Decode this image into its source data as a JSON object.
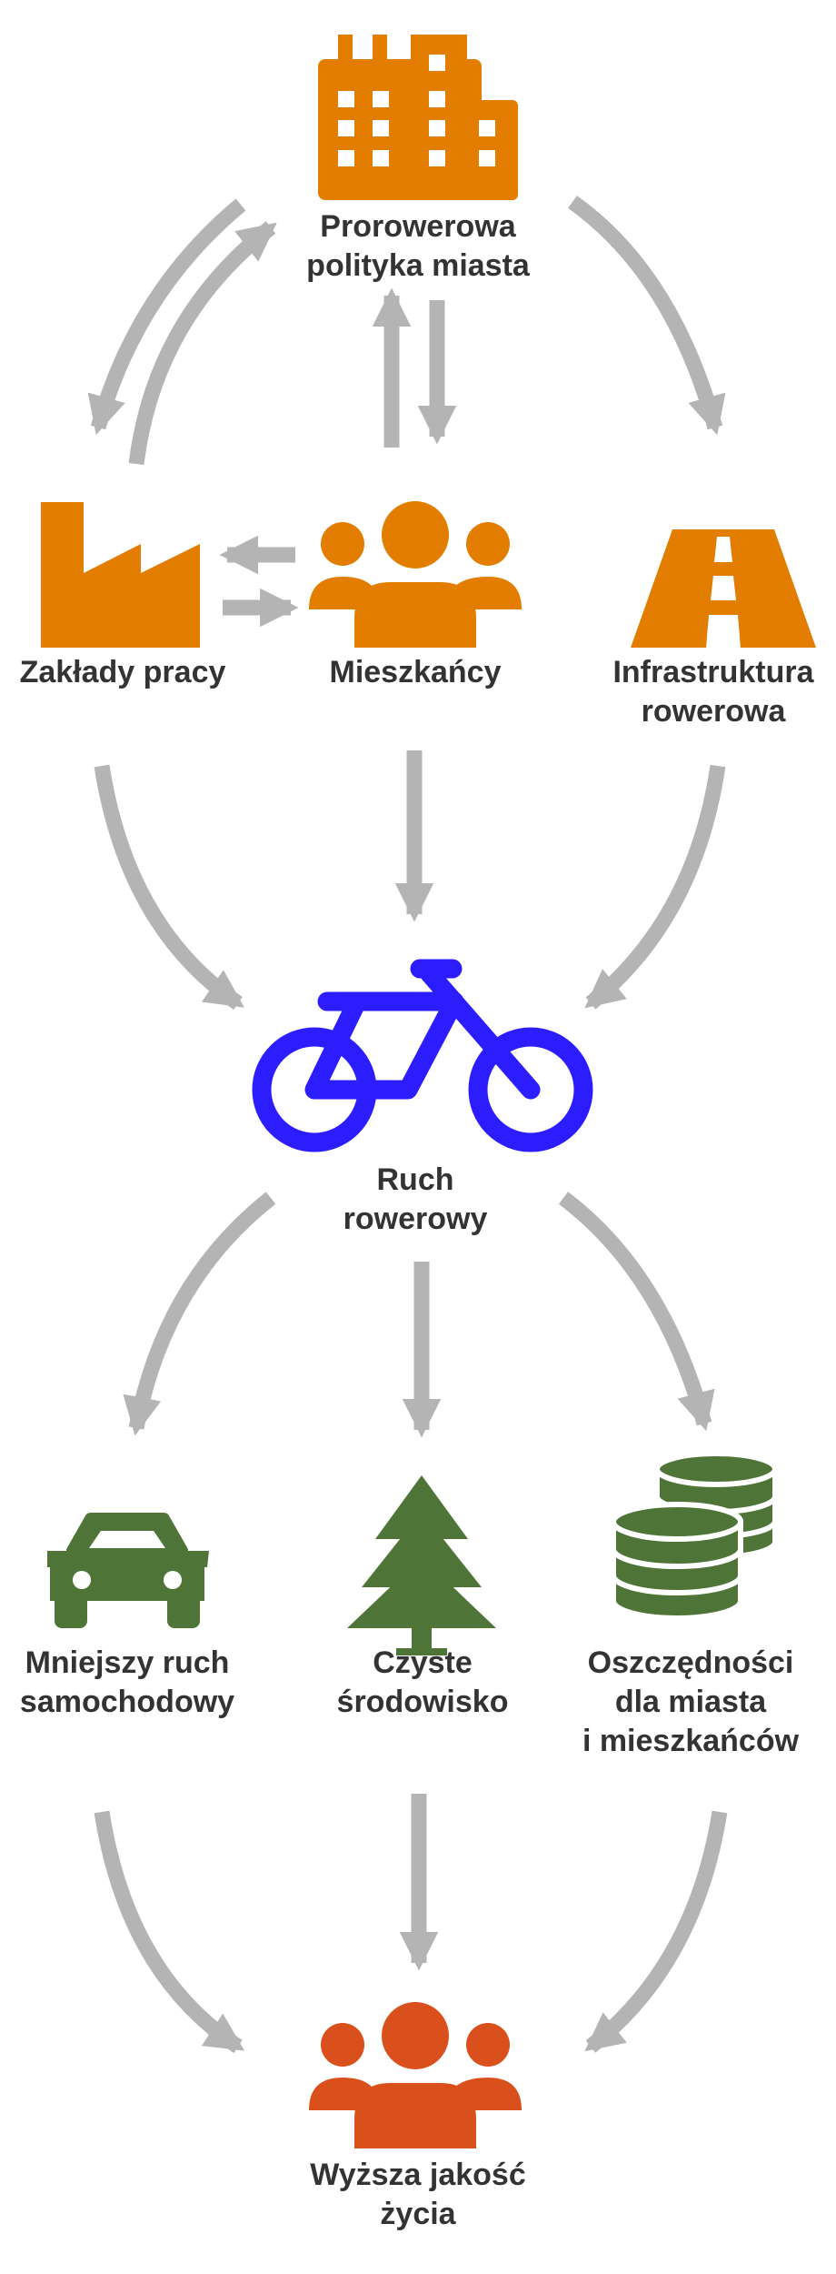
{
  "colors": {
    "orange": "#E27D00",
    "blue": "#2C1DFF",
    "green": "#4E7537",
    "red": "#D9501C",
    "arrow": "#B4B4B4",
    "text": "#333333"
  },
  "nodes": {
    "city_policy": {
      "icon": "city-buildings-icon",
      "lines": [
        "Prorowerowa",
        "polityka miasta"
      ]
    },
    "workplaces": {
      "icon": "factory-icon",
      "lines": [
        "Zakłady pracy"
      ]
    },
    "residents": {
      "icon": "people-group-icon",
      "lines": [
        "Mieszkańcy"
      ]
    },
    "infrastructure": {
      "icon": "road-icon",
      "lines": [
        "Infrastruktura",
        "rowerowa"
      ]
    },
    "bike_traffic": {
      "icon": "bicycle-icon",
      "lines": [
        "Ruch",
        "rowerowy"
      ]
    },
    "less_car_traffic": {
      "icon": "car-icon",
      "lines": [
        "Mniejszy ruch",
        "samochodowy"
      ]
    },
    "clean_environment": {
      "icon": "tree-icon",
      "lines": [
        "Czyste",
        "środowisko"
      ]
    },
    "savings": {
      "icon": "coins-icon",
      "lines": [
        "Oszczędności",
        "dla miasta",
        "i mieszkańców"
      ]
    },
    "quality_of_life": {
      "icon": "people-group-icon",
      "lines": [
        "Wyższa jakość",
        "życia"
      ]
    }
  }
}
